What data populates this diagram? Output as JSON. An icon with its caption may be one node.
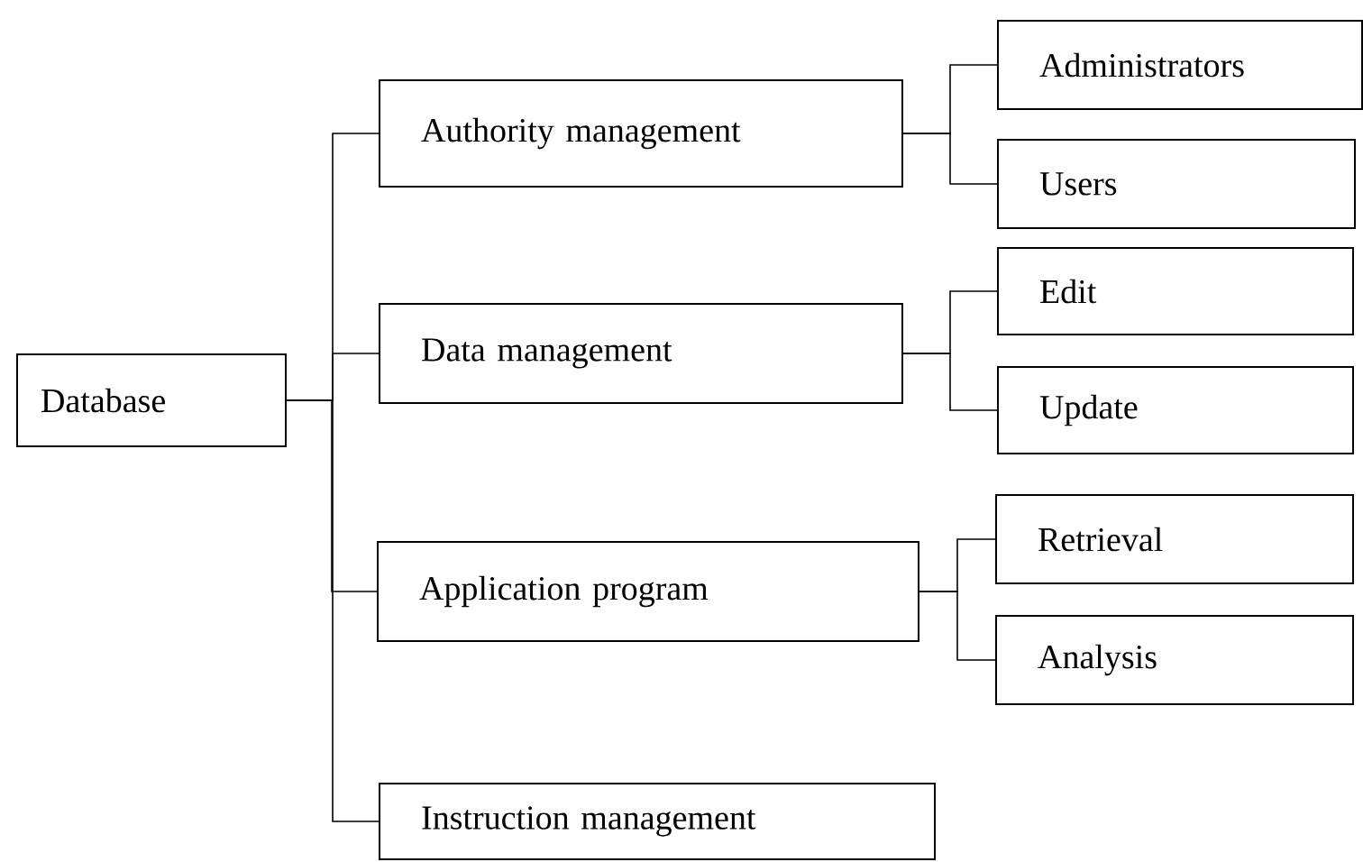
{
  "diagram": {
    "nodes": [
      {
        "text": [
          "Database"
        ]
      },
      {
        "text": [
          "Authority management"
        ]
      },
      {
        "text": [
          "Administrators"
        ]
      },
      {
        "text": [
          "Users"
        ]
      },
      {
        "text": [
          "Data management"
        ]
      },
      {
        "text": [
          "Edit"
        ]
      },
      {
        "text": [
          "Update"
        ]
      },
      {
        "text": [
          "Application program"
        ]
      },
      {
        "text": [
          "Retrieval"
        ]
      },
      {
        "text": [
          "Analysis"
        ]
      },
      {
        "text": [
          "Instruction management"
        ]
      }
    ],
    "edges": [
      {
        "from": 0,
        "to": 1,
        "arrow": "none"
      },
      {
        "from": 0,
        "to": 4,
        "arrow": "none"
      },
      {
        "from": 0,
        "to": 7,
        "arrow": "none"
      },
      {
        "from": 0,
        "to": 10,
        "arrow": "none"
      },
      {
        "from": 1,
        "to": 2,
        "arrow": "none"
      },
      {
        "from": 1,
        "to": 3,
        "arrow": "none"
      },
      {
        "from": 4,
        "to": 5,
        "arrow": "none"
      },
      {
        "from": 4,
        "to": 6,
        "arrow": "none"
      },
      {
        "from": 7,
        "to": 8,
        "arrow": "none"
      },
      {
        "from": 7,
        "to": 9,
        "arrow": "none"
      }
    ]
  }
}
